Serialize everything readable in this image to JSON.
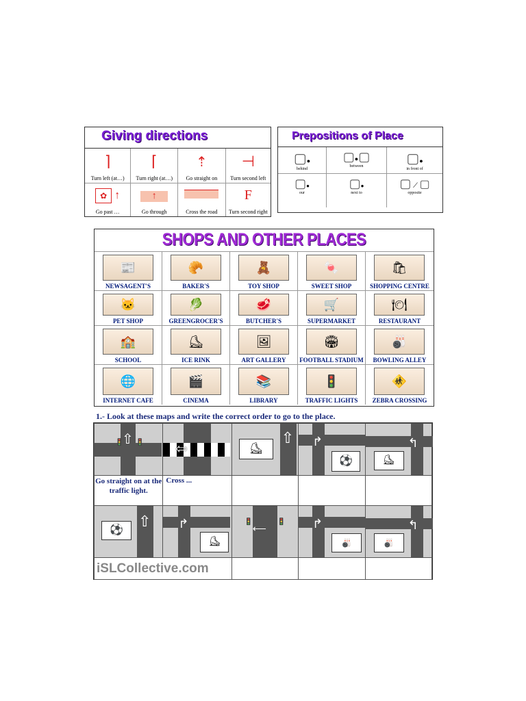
{
  "directions": {
    "title": "Giving directions",
    "row1": [
      "Turn left (at…)",
      "Turn right (at…)",
      "Go straight on",
      "Turn second left"
    ],
    "row2": [
      "Go past …",
      "Go through",
      "Cross the road",
      "Turn second right"
    ]
  },
  "prepositions": {
    "title": "Prepositions of Place",
    "row1": [
      "behind",
      "between",
      "in front of"
    ],
    "row2": [
      "our",
      "next to",
      "opposite"
    ]
  },
  "shops": {
    "title": "SHOPS AND OTHER PLACES",
    "rows": [
      [
        "NEWSAGENT'S",
        "BAKER'S",
        "TOY SHOP",
        "SWEET SHOP",
        "SHOPPING CENTRE"
      ],
      [
        "PET SHOP",
        "GREENGROCER'S",
        "BUTCHER'S",
        "SUPERMARKET",
        "RESTAURANT"
      ],
      [
        "SCHOOL",
        "ICE RINK",
        "ART GALLERY",
        "FOOTBALL STADIUM",
        "BOWLING ALLEY"
      ],
      [
        "INTERNET CAFE",
        "CINEMA",
        "LIBRARY",
        "TRAFFIC LIGHTS",
        "ZEBRA CROSSING"
      ]
    ]
  },
  "exercise": {
    "instruction": "1.- Look at these maps and write the correct order to go to the place.",
    "answer1": "Go straight on at the traffic light.",
    "answer2": "Cross ...",
    "watermark": "iSLCollective.com"
  }
}
